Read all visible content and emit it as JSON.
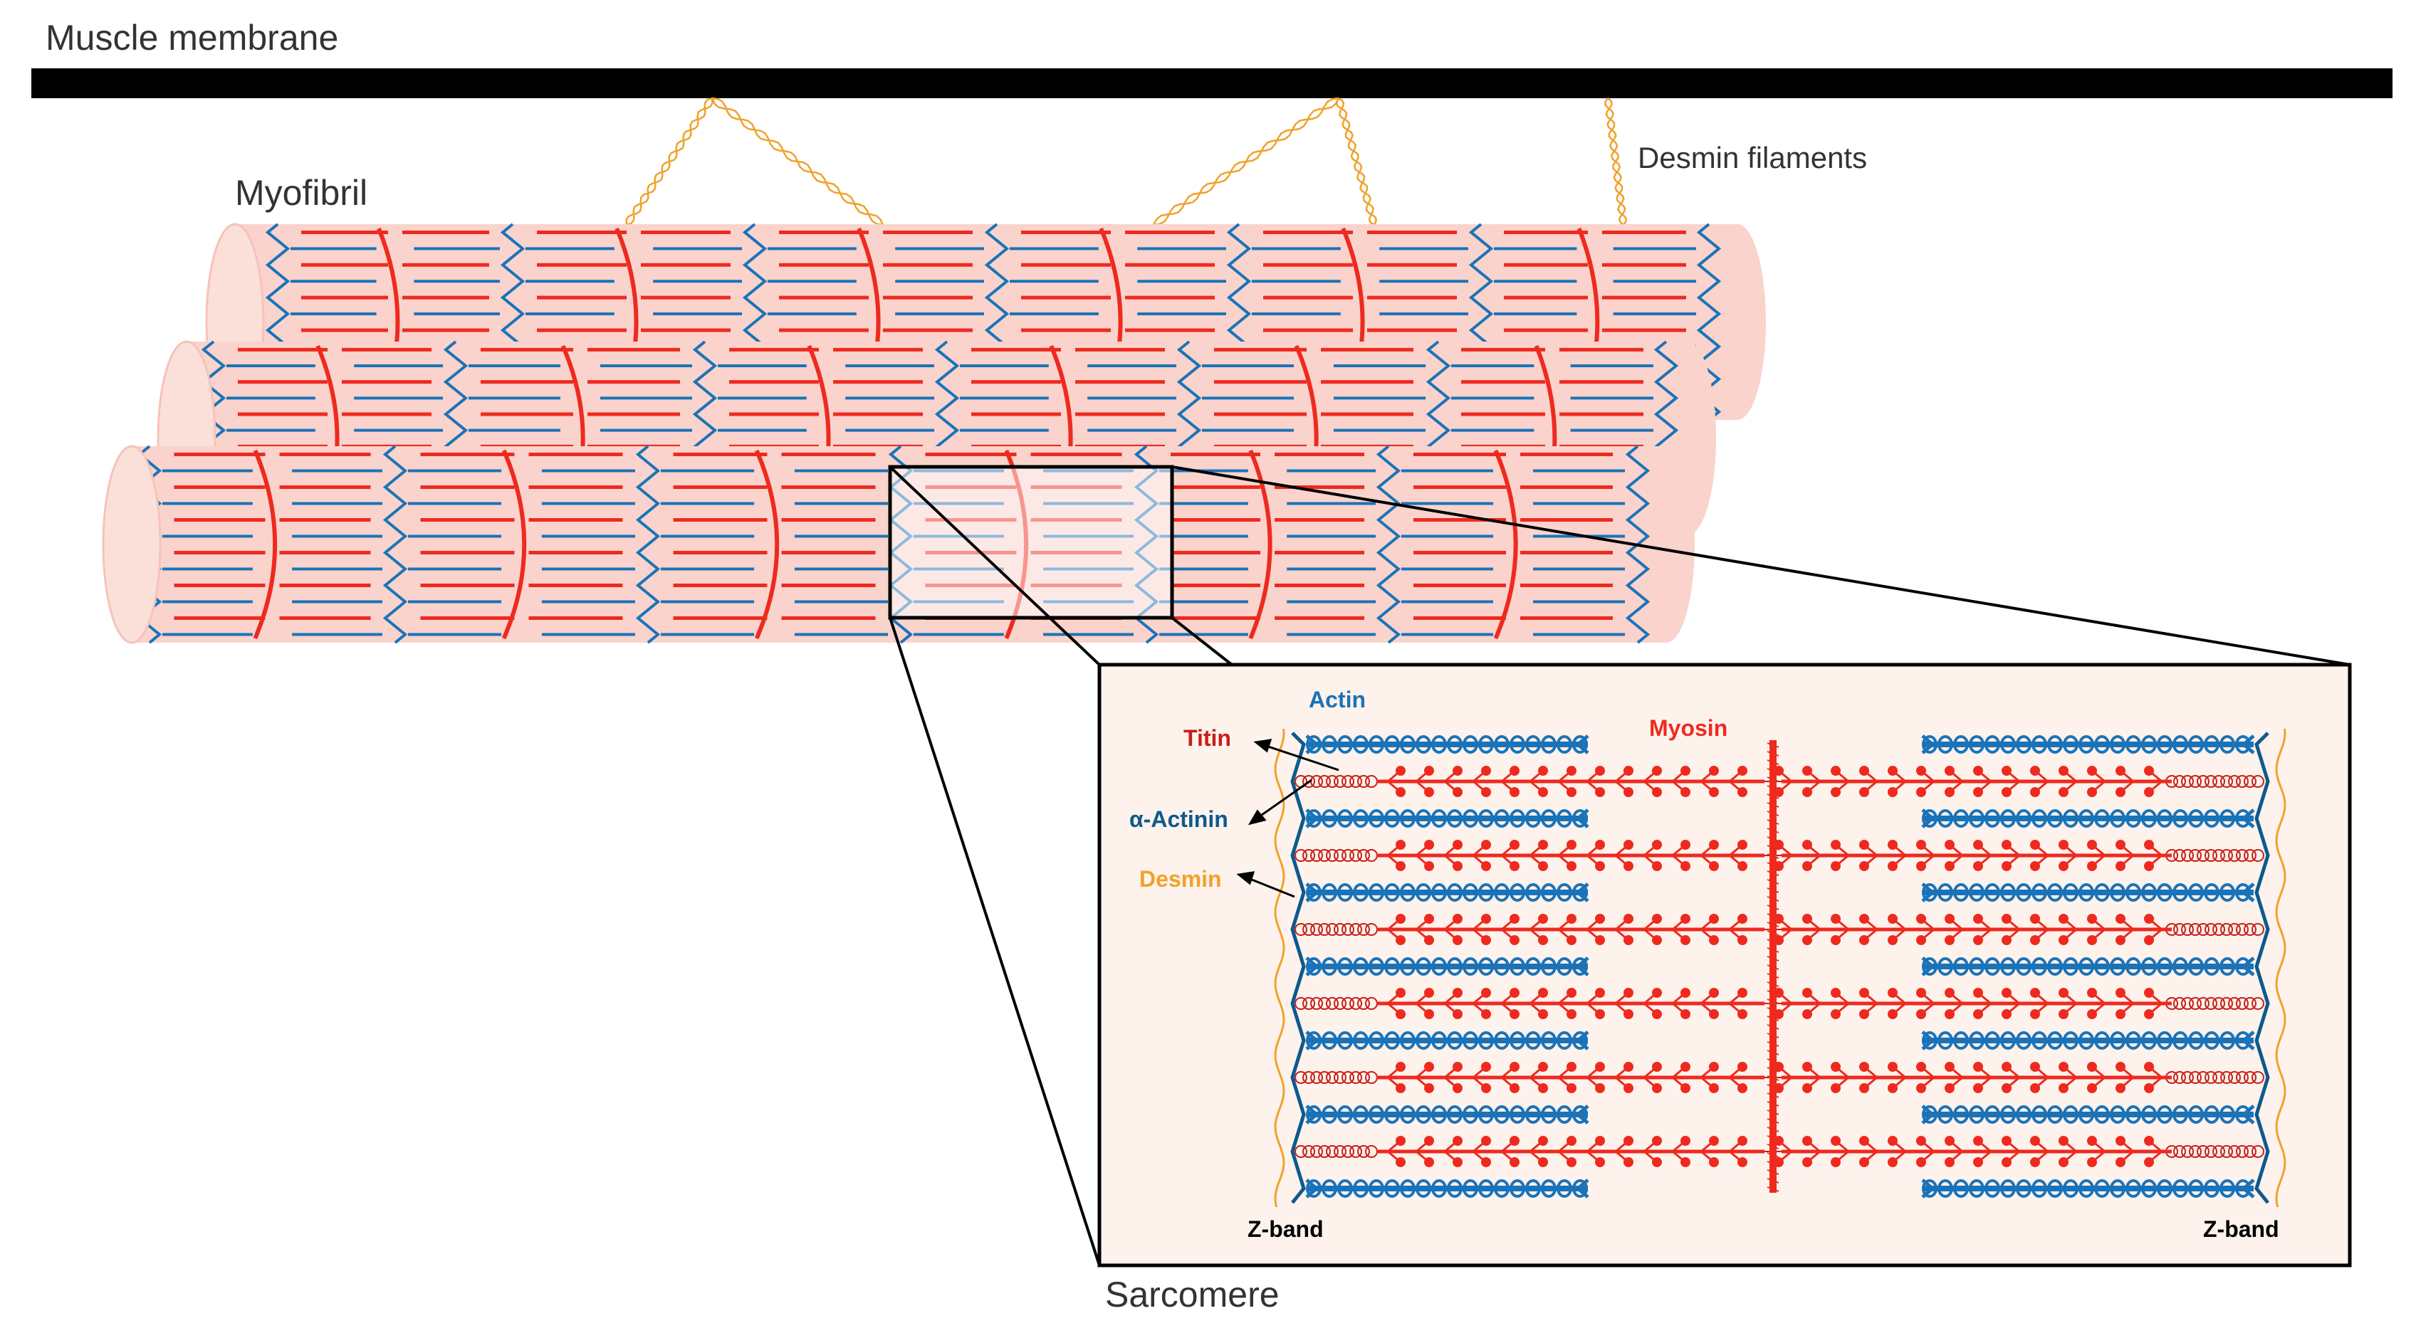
{
  "labels": {
    "membrane": "Muscle membrane",
    "myofibril": "Myofibril",
    "desmin_filaments": "Desmin filaments",
    "sarcomere": "Sarcomere"
  },
  "inset_labels": {
    "actin": "Actin",
    "myosin": "Myosin",
    "titin": "Titin",
    "alpha_actinin": "α-Actinin",
    "desmin": "Desmin",
    "z_band_left": "Z-band",
    "z_band_right": "Z-band"
  },
  "colors": {
    "membrane": "#000000",
    "myofibril_fill": "#f9d3cc",
    "myosin": "#ee2a1f",
    "actin": "#1a73b8",
    "titin": "#c62018",
    "alpha_actinin": "#0d5a8c",
    "desmin": "#f0a22c",
    "inset_bg": "#fdf2ec",
    "text": "#333333"
  }
}
